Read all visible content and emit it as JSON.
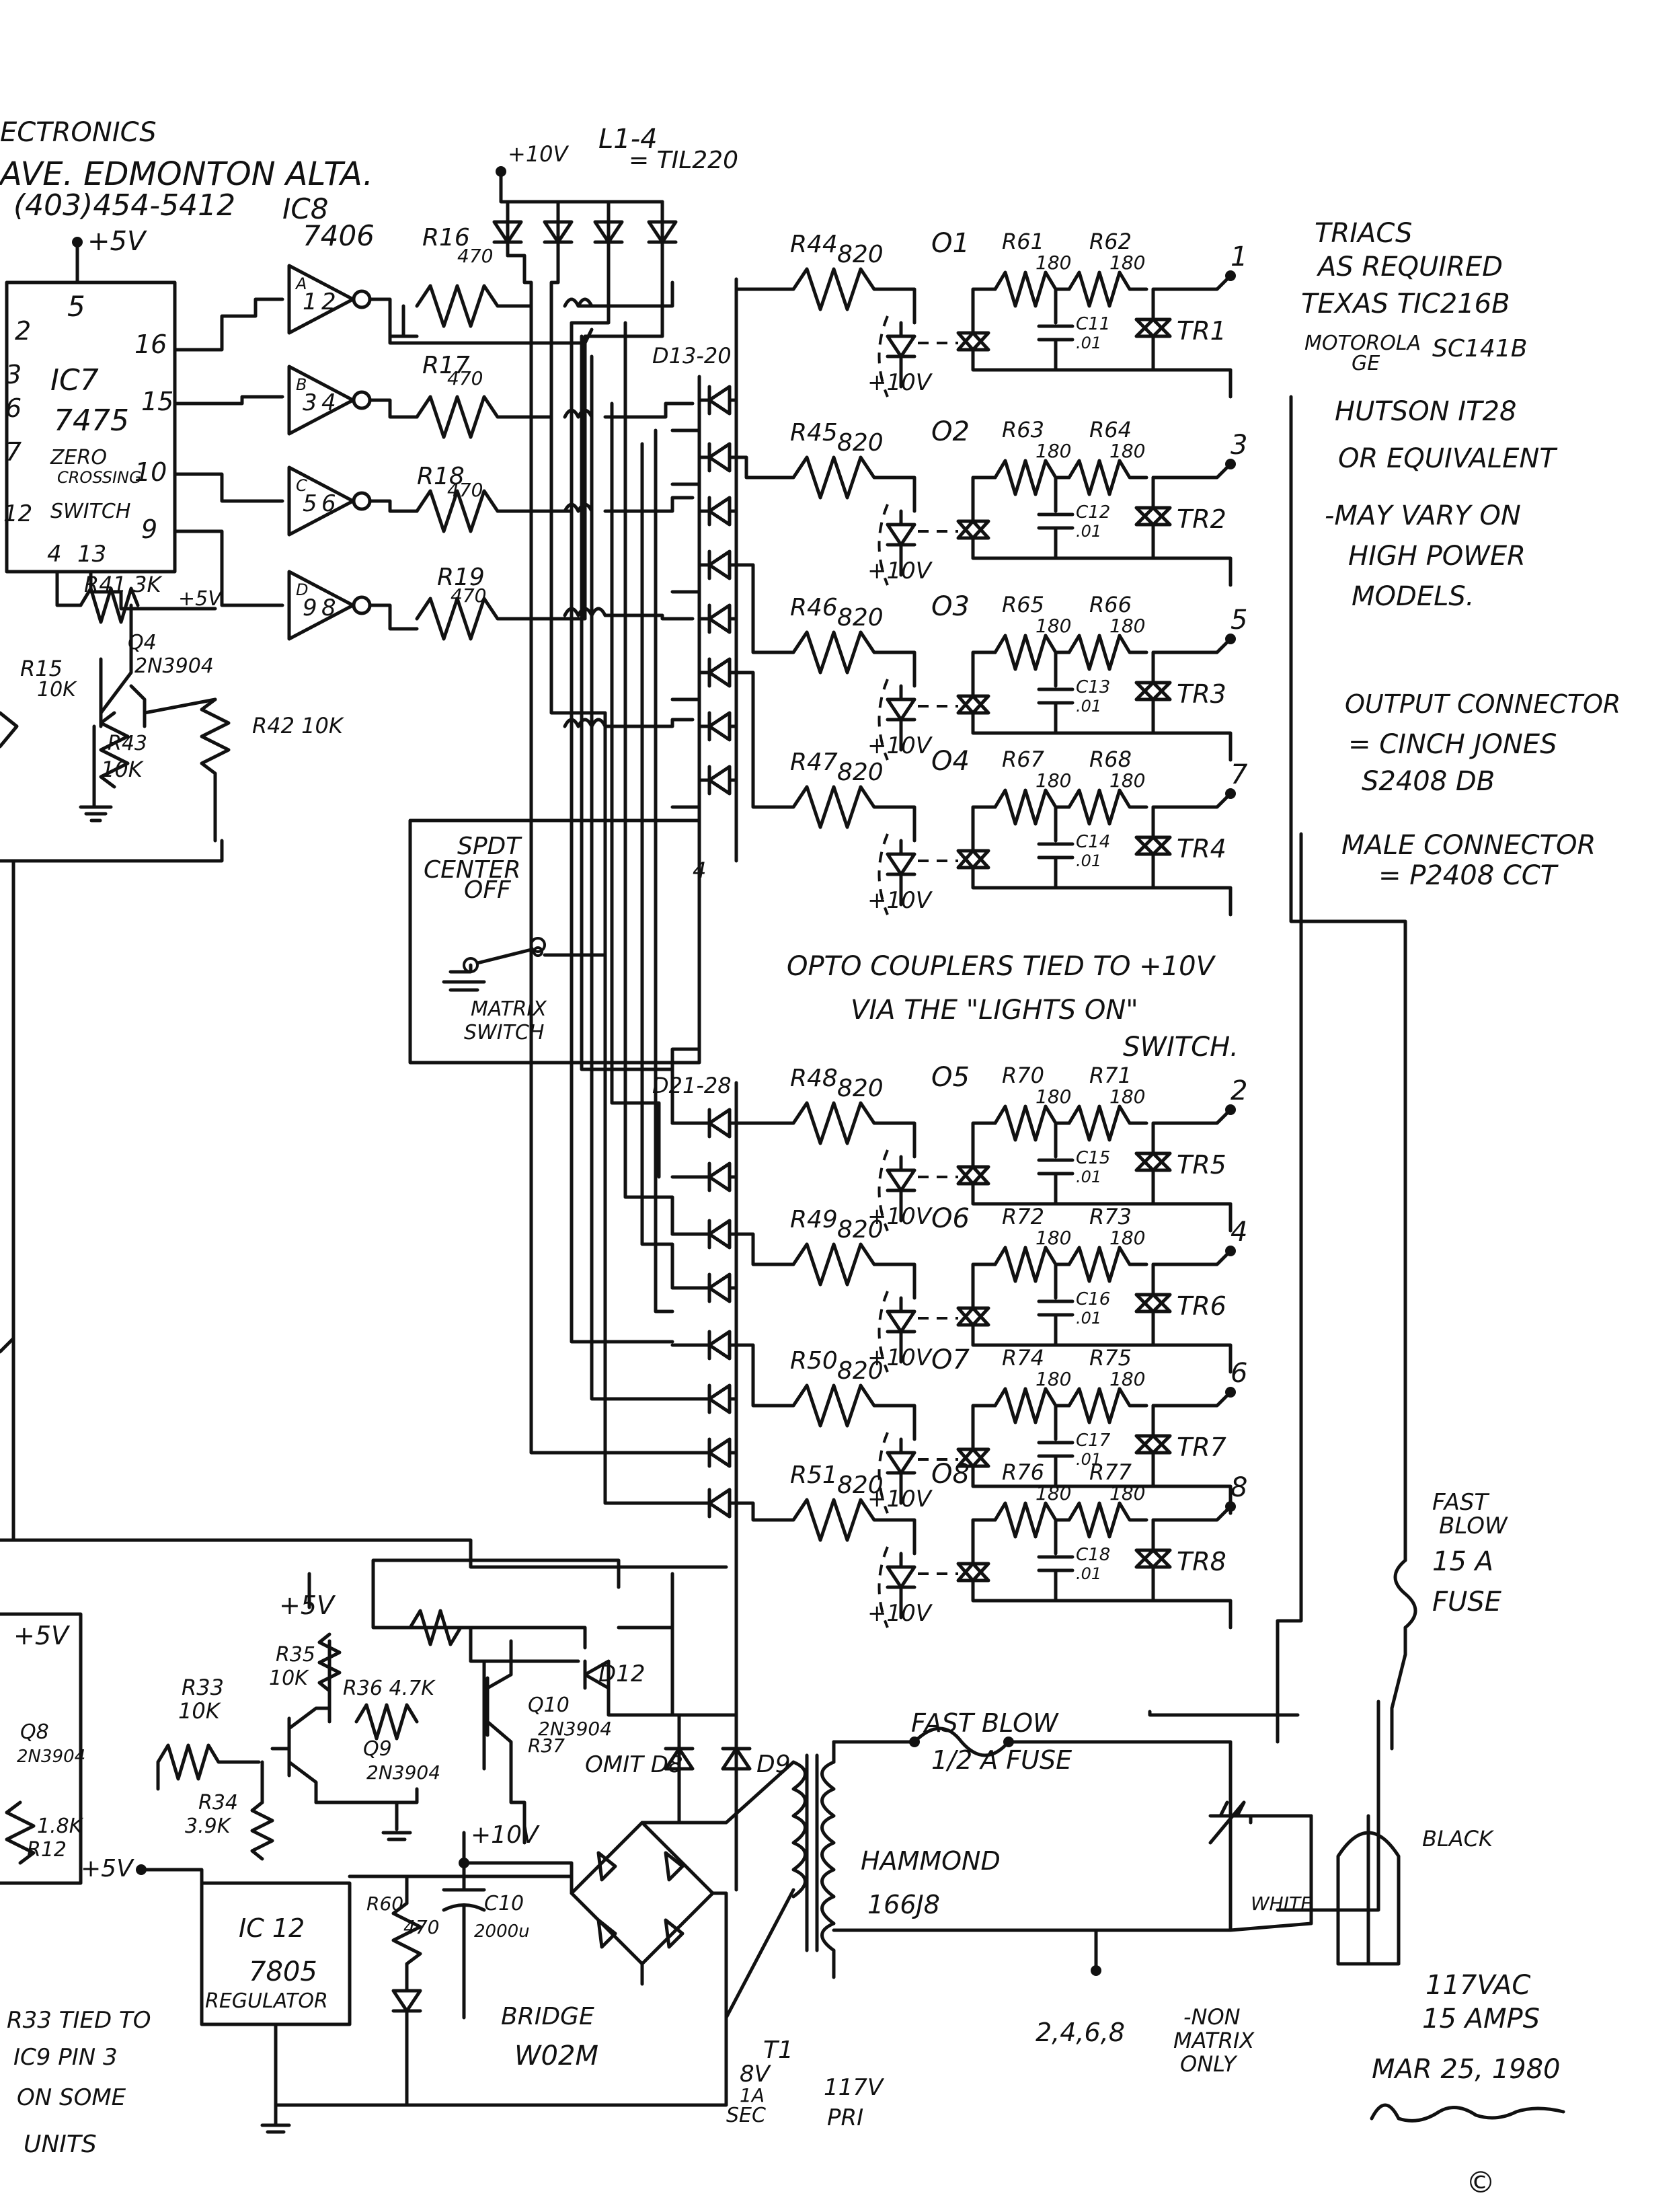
{
  "header": {
    "company": "ECTRONICS",
    "address": "AVE. EDMONTON ALTA.",
    "phone": "(403)454-5412"
  },
  "rails": {
    "plus5v": "+5V",
    "plus10v": "+10V"
  },
  "leds": {
    "label": "L1-4",
    "part": "= TIL220"
  },
  "ic7": {
    "name": "IC7",
    "part": "7475",
    "desc1": "ZERO",
    "desc2": "CROSSING",
    "desc3": "SWITCH",
    "pins": [
      "5",
      "2",
      "3",
      "6",
      "7",
      "12",
      "16",
      "15",
      "10",
      "9",
      "4",
      "13"
    ]
  },
  "ic8": {
    "name": "IC8",
    "part": "7406",
    "gates": [
      {
        "in": "1",
        "out": "2"
      },
      {
        "in": "3",
        "out": "4"
      },
      {
        "in": "5",
        "out": "6"
      },
      {
        "in": "9",
        "out": "8"
      }
    ],
    "gate_letters": [
      "A",
      "B",
      "C",
      "D"
    ]
  },
  "resistors_top": [
    {
      "ref": "R16",
      "val": "470"
    },
    {
      "ref": "R17",
      "val": "470"
    },
    {
      "ref": "R18",
      "val": "470"
    },
    {
      "ref": "R19",
      "val": "470"
    }
  ],
  "left_misc": {
    "r41": "R41 3K",
    "plus5": "+5V",
    "q4": "Q4",
    "q4_part": "2N3904",
    "r42": "R42 10K",
    "r43": "R43",
    "r43_val": "10K",
    "r15": "R15",
    "r15_val": "10K"
  },
  "diodes_top": "D13-20",
  "diodes_bottom": "D21-28",
  "upper_channels": [
    {
      "rin": "R44",
      "rin_val": "820",
      "opto": "O1",
      "r1": "R61",
      "r1_val": "180",
      "r2": "R62",
      "r2_val": "180",
      "cap": "C11",
      "cap_val": ".01",
      "triac": "TR1",
      "pin": "1"
    },
    {
      "rin": "R45",
      "rin_val": "820",
      "opto": "O2",
      "r1": "R63",
      "r1_val": "180",
      "r2": "R64",
      "r2_val": "180",
      "cap": "C12",
      "cap_val": ".01",
      "triac": "TR2",
      "pin": "3"
    },
    {
      "rin": "R46",
      "rin_val": "820",
      "opto": "O3",
      "r1": "R65",
      "r1_val": "180",
      "r2": "R66",
      "r2_val": "180",
      "cap": "C13",
      "cap_val": ".01",
      "triac": "TR3",
      "pin": "5"
    },
    {
      "rin": "R47",
      "rin_val": "820",
      "opto": "O4",
      "r1": "R67",
      "r1_val": "180",
      "r2": "R68",
      "r2_val": "180",
      "cap": "C14",
      "cap_val": ".01",
      "triac": "TR4",
      "pin": "7"
    }
  ],
  "lower_channels": [
    {
      "rin": "R48",
      "rin_val": "820",
      "opto": "O5",
      "r1": "R70",
      "r1_val": "180",
      "r2": "R71",
      "r2_val": "180",
      "cap": "C15",
      "cap_val": ".01",
      "triac": "TR5",
      "pin": "2"
    },
    {
      "rin": "R49",
      "rin_val": "820",
      "opto": "O6",
      "r1": "R72",
      "r1_val": "180",
      "r2": "R73",
      "r2_val": "180",
      "cap": "C16",
      "cap_val": ".01",
      "triac": "TR6",
      "pin": "4"
    },
    {
      "rin": "R50",
      "rin_val": "820",
      "opto": "O7",
      "r1": "R74",
      "r1_val": "180",
      "r2": "R75",
      "r2_val": "180",
      "cap": "C17",
      "cap_val": ".01",
      "triac": "TR7",
      "pin": "6"
    },
    {
      "rin": "R51",
      "rin_val": "820",
      "opto": "O8",
      "r1": "R76",
      "r1_val": "180",
      "r2": "R77",
      "r2_val": "180",
      "cap": "C18",
      "cap_val": ".01",
      "triac": "TR8",
      "pin": "8"
    }
  ],
  "switch_block": {
    "spdt": "SPDT",
    "center": "CENTER",
    "off": "OFF",
    "matrix": "MATRIX",
    "switch": "SWITCH",
    "pin4": "4"
  },
  "opto_note": {
    "line1": "OPTO COUPLERS   TIED TO  +10V",
    "line2": "VIA THE   \"LIGHTS ON\"",
    "line3": "SWITCH."
  },
  "triac_notes": {
    "title": "TRIACS",
    "l1": "AS REQUIRED",
    "l2": "TEXAS TIC216B",
    "l3": "MOTOROLA",
    "l3b": "GE",
    "l3c": "SC141B",
    "l4": "HUTSON IT28",
    "l5": "OR EQUIVALENT",
    "l6": "-MAY VARY ON",
    "l7": "HIGH POWER",
    "l8": "MODELS."
  },
  "connector_notes": {
    "l1": "OUTPUT CONNECTOR",
    "l2": "= CINCH JONES",
    "l3": "S2408 DB",
    "l4": "MALE CONNECTOR",
    "l5": "= P2408 CCT"
  },
  "fuse_main": {
    "l1": "FAST",
    "l2": "BLOW",
    "l3": "15 A",
    "l4": "FUSE"
  },
  "fuse_small": {
    "l1": "FAST BLOW",
    "l2": "1/2 A FUSE"
  },
  "power": {
    "d12": "D12",
    "q10": "Q10",
    "q10_part": "2N3904",
    "r37": "R37",
    "omit": "OMIT D8",
    "d9": "D9",
    "q9": "Q9",
    "q9_part": "2N3904",
    "r33": "R33",
    "r33_val": "10K",
    "r34": "R34",
    "r34_val": "3.9K",
    "r35": "R35",
    "r35_val": "10K",
    "r36": "R36 4.7K",
    "q8": "Q8",
    "q8_part": "2N3904",
    "r12": "R12",
    "r12_val": "1.8K",
    "ic12": "IC 12",
    "ic12_part": "7805",
    "ic12_desc": "REGULATOR",
    "r60": "R60",
    "r60_val": "470",
    "c10": "C10",
    "c10_val": "2000u",
    "bridge": "BRIDGE",
    "bridge_part": "W02M",
    "hammond": "HAMMOND",
    "hammond_part": "166J8",
    "t1": "T1",
    "sec1": "8V",
    "sec2": "1A",
    "sec3": "SEC",
    "pri1": "117V",
    "pri2": "PRI",
    "black": "BLACK",
    "white": "WHITE",
    "mains1": "117VAC",
    "mains2": "15 AMPS",
    "nonmatrix_pins": "2,4,6,8",
    "nonmatrix1": "-NON",
    "nonmatrix2": "MATRIX",
    "nonmatrix3": "ONLY"
  },
  "notes_bottom_left": {
    "l1": "R33 TIED TO",
    "l2": "IC9 PIN 3",
    "l3": "ON SOME",
    "l4": "UNITS"
  },
  "signature": {
    "date": "MAR 25, 1980",
    "copyright": "©"
  }
}
